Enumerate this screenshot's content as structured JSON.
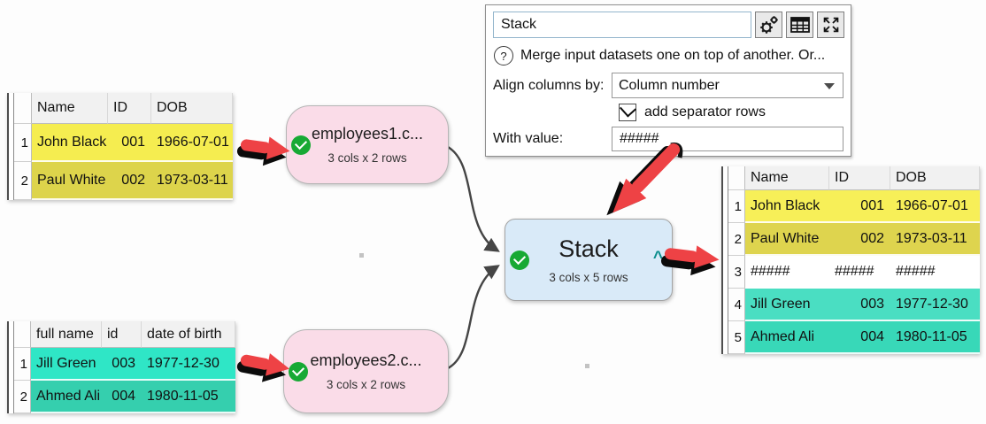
{
  "panel": {
    "title_value": "Stack",
    "help_glyph": "?",
    "description": "Merge input datasets one on top of another. Or...",
    "align_label": "Align columns by:",
    "align_value": "Column number",
    "separator_label": "add separator rows",
    "separator_checked": true,
    "with_value_label": "With value:",
    "with_value": "#####"
  },
  "nodes": {
    "input1": {
      "title": "employees1.c...",
      "subtitle": "3 cols x 2 rows"
    },
    "input2": {
      "title": "employees2.c...",
      "subtitle": "3 cols x 2 rows"
    },
    "stack": {
      "title": "Stack",
      "subtitle": "3 cols x 5 rows",
      "collapse_caret": "^"
    }
  },
  "tables": {
    "input1": {
      "headers": [
        "Name",
        "ID",
        "DOB"
      ],
      "rows": [
        {
          "num": "1",
          "name": "John Black",
          "id": "001",
          "dob": "1966-07-01",
          "bg": "#f5ed50"
        },
        {
          "num": "2",
          "name": "Paul White",
          "id": "002",
          "dob": "1973-03-11",
          "bg": "#ddd44b"
        }
      ]
    },
    "input2": {
      "headers": [
        "full name",
        "id",
        "date of birth"
      ],
      "rows": [
        {
          "num": "1",
          "name": "Jill Green",
          "id": "003",
          "dob": "1977-12-30",
          "bg": "#2fe6c6"
        },
        {
          "num": "2",
          "name": "Ahmed Ali",
          "id": "004",
          "dob": "1980-11-05",
          "bg": "#35cfae"
        }
      ]
    },
    "output": {
      "headers": [
        "Name",
        "ID",
        "DOB"
      ],
      "rows": [
        {
          "num": "1",
          "name": "John Black",
          "id": "001",
          "dob": "1966-07-01",
          "bg": "#f7ef58"
        },
        {
          "num": "2",
          "name": "Paul White",
          "id": "002",
          "dob": "1973-03-11",
          "bg": "#ded44e"
        },
        {
          "num": "3",
          "name": "#####",
          "id": "#####",
          "dob": "#####",
          "bg": "#ffffff"
        },
        {
          "num": "4",
          "name": "Jill Green",
          "id": "003",
          "dob": "1977-12-30",
          "bg": "#4adec2"
        },
        {
          "num": "5",
          "name": "Ahmed Ali",
          "id": "004",
          "dob": "1980-11-05",
          "bg": "#38d8b8"
        }
      ]
    }
  },
  "colors": {
    "annotation_red": "#ee4245",
    "node_pink": "#fadce8",
    "node_blue": "#d9eaf8",
    "status_green": "#17a934",
    "caret_teal": "#0b8d8d",
    "highlight_yellow": "#f5ed50",
    "highlight_teal": "#2fe6c6"
  }
}
